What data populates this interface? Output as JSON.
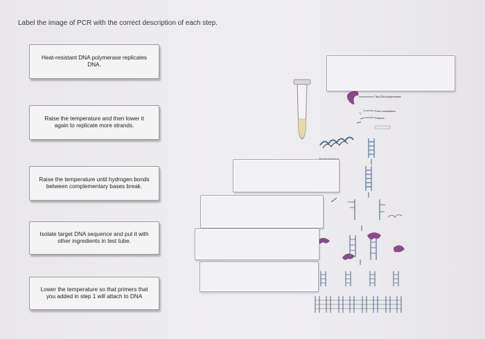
{
  "question": {
    "instruction": "Label the image of PCR with the correct description of each step."
  },
  "cards": [
    {
      "text": "Heat-resistant DNA polymerase replicates DNA."
    },
    {
      "text": "Raise the temperature and then lower it again to replicate more strands."
    },
    {
      "text": "Raise the temperature until hydrogen bonds between complementary bases break."
    },
    {
      "text": "Isolate target DNA sequence and put it with other ingredients in test tube."
    },
    {
      "text": "Lower the temperature so that primers that you added in step 1 will attach to DNA"
    }
  ],
  "figure": {
    "label_taq": "Taq DNA polymerase",
    "label_nucleotides": "Free nucleotides",
    "label_primers": "Primers",
    "label_target": "Target sequence"
  },
  "colors": {
    "polymerase": "#8a4a8e",
    "liquid": "#e8d8b0",
    "strand_blue": "#5e7fa8",
    "strand_dark": "#4a4a4a"
  }
}
